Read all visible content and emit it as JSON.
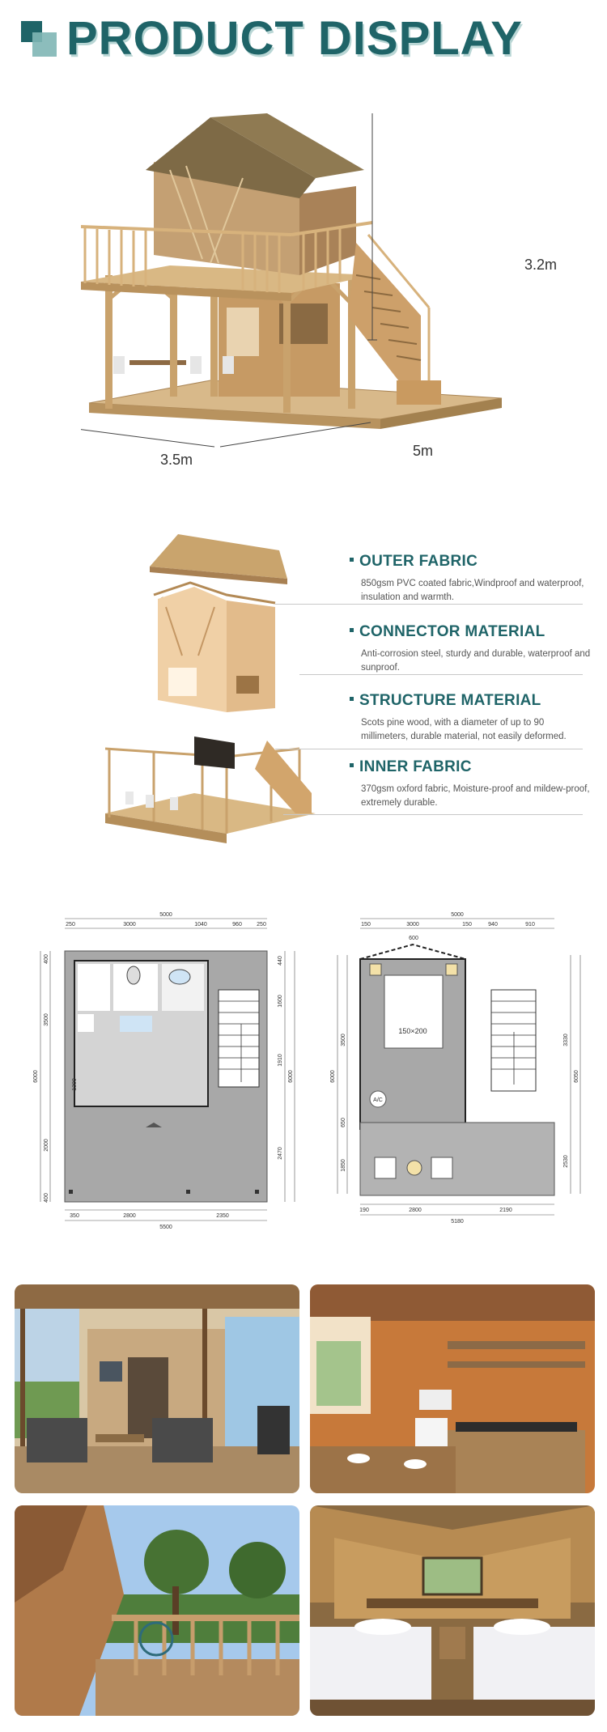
{
  "header": {
    "title": "PRODUCT DISPLAY"
  },
  "dimensions": {
    "height": "3.2m",
    "width": "3.5m",
    "depth": "5m"
  },
  "specs": [
    {
      "title": "OUTER FABRIC",
      "desc": "850gsm PVC coated fabric,Windproof and waterproof, insulation and warmth."
    },
    {
      "title": "CONNECTOR MATERIAL",
      "desc": "Anti-corrosion steel,  sturdy and durable, waterproof and sunproof."
    },
    {
      "title": "STRUCTURE MATERIAL",
      "desc": "Scots pine wood,  with a diameter of up to 90 millimeters, durable material, not easily deformed."
    },
    {
      "title": "INNER FABRIC",
      "desc": "370gsm oxford fabric,  Moisture-proof and mildew-proof, extremely durable."
    }
  ],
  "plan1": {
    "top_total": "5000",
    "top_segments": [
      "250",
      "3000",
      "1040",
      "960",
      "250"
    ],
    "left_total": "6000",
    "left_segments": [
      "400",
      "3500",
      "2000",
      "400"
    ],
    "right_total": "6000",
    "right_segments": [
      "440",
      "1600",
      "1910",
      "2470"
    ],
    "inner_left": "1300",
    "bottom_segments": [
      "350",
      "2800",
      "2350"
    ],
    "bottom_total": "5500"
  },
  "plan2": {
    "top_total": "5000",
    "top_segments": [
      "150",
      "3000",
      "150",
      "940",
      "910"
    ],
    "top_inner": "600",
    "left_total": "6000",
    "left_segments": [
      "3500",
      "650",
      "1850"
    ],
    "right_total": "6050",
    "right_segments": [
      "3330",
      "2530"
    ],
    "bed_label": "150×200",
    "ac_label": "A/C",
    "bottom_segments": [
      "190",
      "2800",
      "2190"
    ],
    "bottom_total": "5180"
  }
}
